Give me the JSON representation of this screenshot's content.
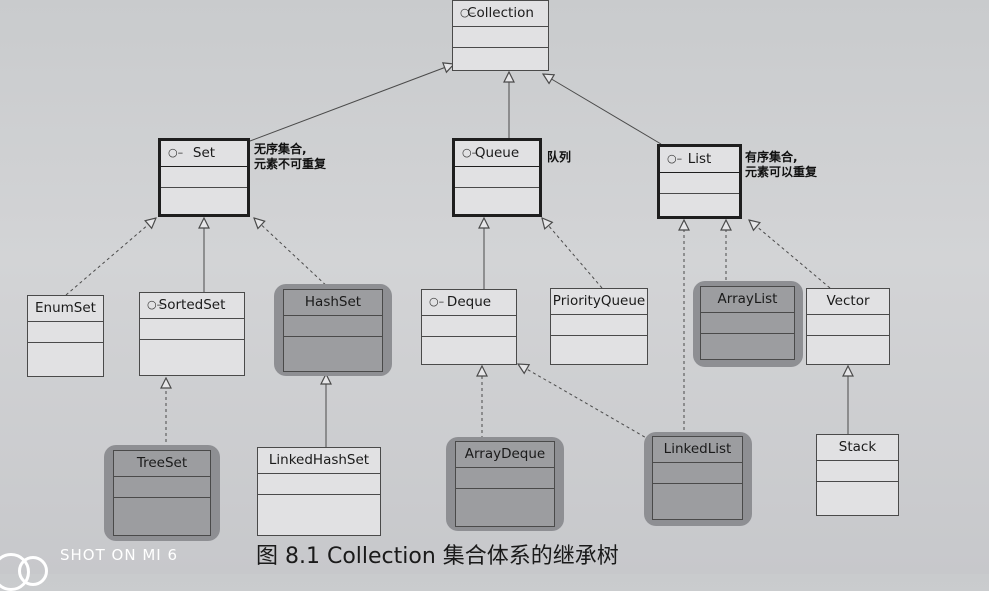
{
  "classes": {
    "collection": "Collection",
    "set": "Set",
    "queue": "Queue",
    "list": "List",
    "enumset": "EnumSet",
    "sortedset": "SortedSet",
    "hashset": "HashSet",
    "deque": "Deque",
    "priorityqueue": "PriorityQueue",
    "arraylist": "ArrayList",
    "vector": "Vector",
    "treeset": "TreeSet",
    "linkedhashset": "LinkedHashSet",
    "arraydeque": "ArrayDeque",
    "linkedlist": "LinkedList",
    "stack": "Stack"
  },
  "notes": {
    "set": "无序集合,\n元素不可重复",
    "queue": "队列",
    "list": "有序集合,\n元素可以重复"
  },
  "caption": "图 8.1   Collection 集合体系的继承树",
  "watermark": "SHOT ON MI 6",
  "interface_marker": "○–",
  "colors": {
    "page": "#cfd0d2",
    "box_fill": "#e1e1e3",
    "shaded_fill": "#9c9da0",
    "line": "#4a4a4a"
  }
}
